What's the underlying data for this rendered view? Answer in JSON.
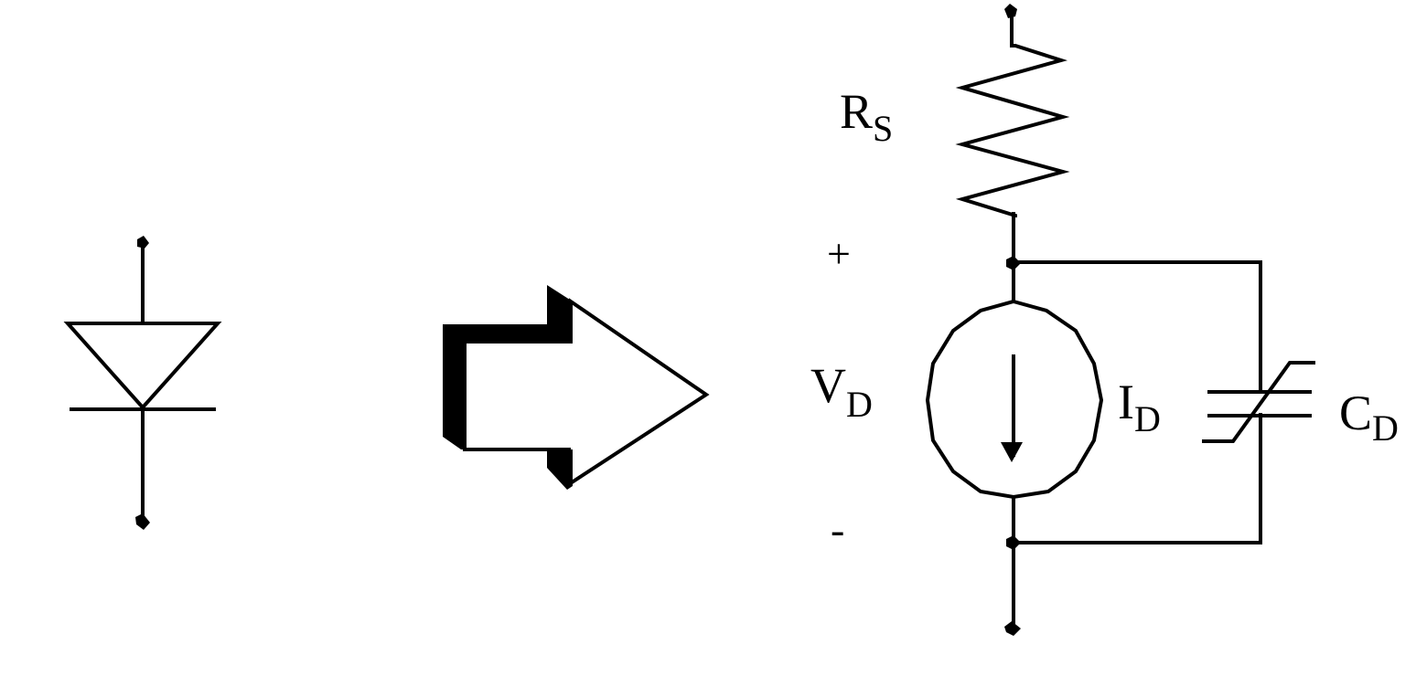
{
  "labels": {
    "rs_main": "R",
    "rs_sub": "S",
    "plus": "+",
    "minus": "-",
    "vd_main": "V",
    "vd_sub": "D",
    "id_main": "I",
    "id_sub": "D",
    "cd_main": "C",
    "cd_sub": "D"
  }
}
